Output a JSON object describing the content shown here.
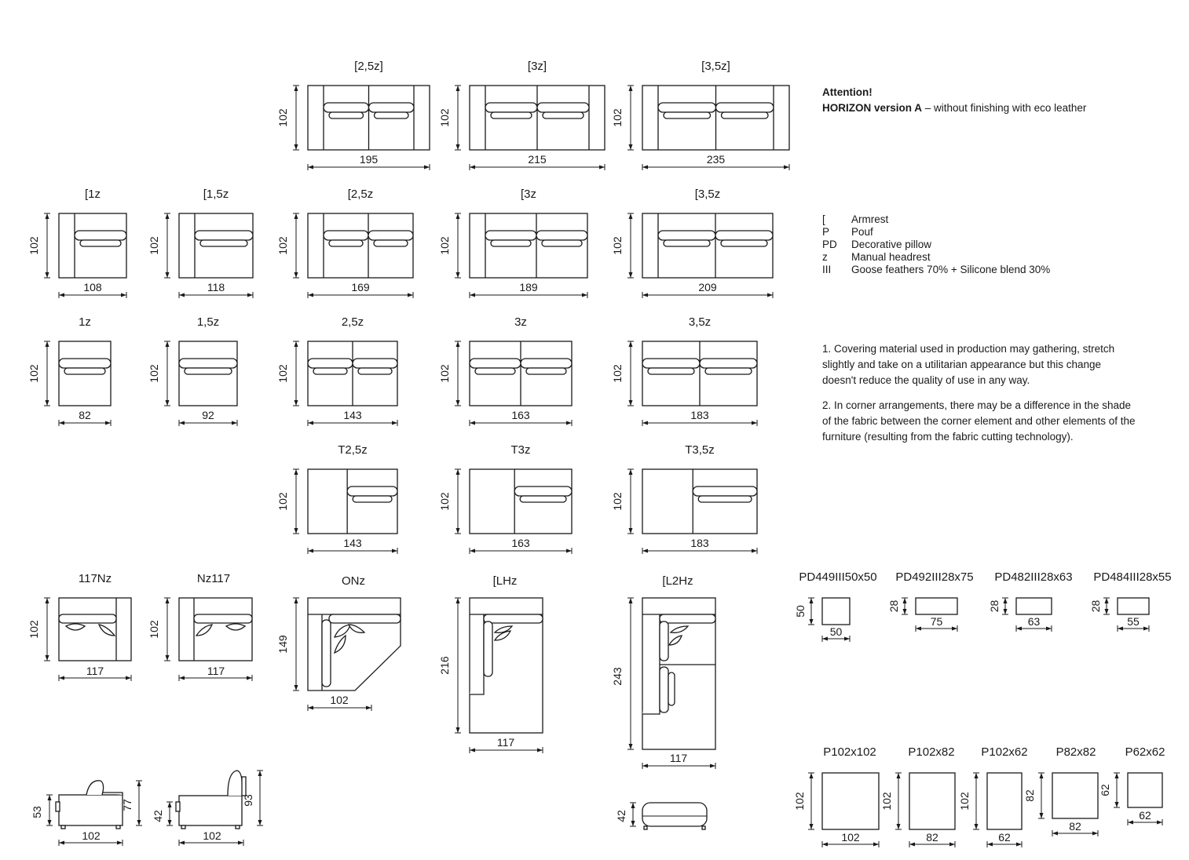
{
  "notes": {
    "attention_title": "Attention!",
    "attention_model": "HORIZON version A",
    "attention_rest": " – without finishing with eco leather",
    "legend": [
      {
        "key": "[",
        "value": "Armrest"
      },
      {
        "key": "P",
        "value": "Pouf"
      },
      {
        "key": "PD",
        "value": "Decorative pillow"
      },
      {
        "key": "z",
        "value": "Manual headrest"
      },
      {
        "key": "III",
        "value": "Goose feathers 70% + Silicone blend 30%"
      }
    ],
    "note1": "1. Covering material used in production may gathering, stretch slightly and take on a utilitarian appearance but this change doesn't reduce the quality of use in any way.",
    "note2": "2. In corner arrangements, there may be a difference in the shade of the fabric between the corner element and other elements of the furniture (resulting from the fabric cutting technology)."
  },
  "modules": {
    "r1": [
      {
        "name": "[2,5z]",
        "w": "195",
        "h": "102"
      },
      {
        "name": "[3z]",
        "w": "215",
        "h": "102"
      },
      {
        "name": "[3,5z]",
        "w": "235",
        "h": "102"
      }
    ],
    "r2": [
      {
        "name": "[1z",
        "w": "108",
        "h": "102"
      },
      {
        "name": "[1,5z",
        "w": "118",
        "h": "102"
      },
      {
        "name": "[2,5z",
        "w": "169",
        "h": "102"
      },
      {
        "name": "[3z",
        "w": "189",
        "h": "102"
      },
      {
        "name": "[3,5z",
        "w": "209",
        "h": "102"
      }
    ],
    "r3": [
      {
        "name": "1z",
        "w": "82",
        "h": "102"
      },
      {
        "name": "1,5z",
        "w": "92",
        "h": "102"
      },
      {
        "name": "2,5z",
        "w": "143",
        "h": "102"
      },
      {
        "name": "3z",
        "w": "163",
        "h": "102"
      },
      {
        "name": "3,5z",
        "w": "183",
        "h": "102"
      }
    ],
    "r4": [
      {
        "name": "T2,5z",
        "w": "143",
        "h": "102"
      },
      {
        "name": "T3z",
        "w": "163",
        "h": "102"
      },
      {
        "name": "T3,5z",
        "w": "183",
        "h": "102"
      }
    ],
    "r5": [
      {
        "name": "117Nz",
        "w": "117",
        "h": "102"
      },
      {
        "name": "Nz117",
        "w": "117",
        "h": "102"
      },
      {
        "name": "ONz",
        "w": "102",
        "h": "149"
      },
      {
        "name": "[LHz",
        "w": "117",
        "h": "216"
      },
      {
        "name": "[L2Hz",
        "w": "117",
        "h": "243"
      }
    ],
    "side": [
      {
        "w": "102",
        "h1": "53",
        "h2": "77"
      },
      {
        "w": "102",
        "h1": "42",
        "h2": "93"
      }
    ],
    "bench": {
      "h": "42"
    },
    "pillows": [
      {
        "name": "PD449III50x50",
        "w": "50",
        "h": "50"
      },
      {
        "name": "PD492III28x75",
        "w": "75",
        "h": "28"
      },
      {
        "name": "PD482III28x63",
        "w": "63",
        "h": "28"
      },
      {
        "name": "PD484III28x55",
        "w": "55",
        "h": "28"
      }
    ],
    "poufs": [
      {
        "name": "P102x102",
        "w": "102",
        "h": "102"
      },
      {
        "name": "P102x82",
        "w": "82",
        "h": "102"
      },
      {
        "name": "P102x62",
        "w": "62",
        "h": "102"
      },
      {
        "name": "P82x82",
        "w": "82",
        "h": "82"
      },
      {
        "name": "P62x62",
        "w": "62",
        "h": "62"
      }
    ]
  }
}
